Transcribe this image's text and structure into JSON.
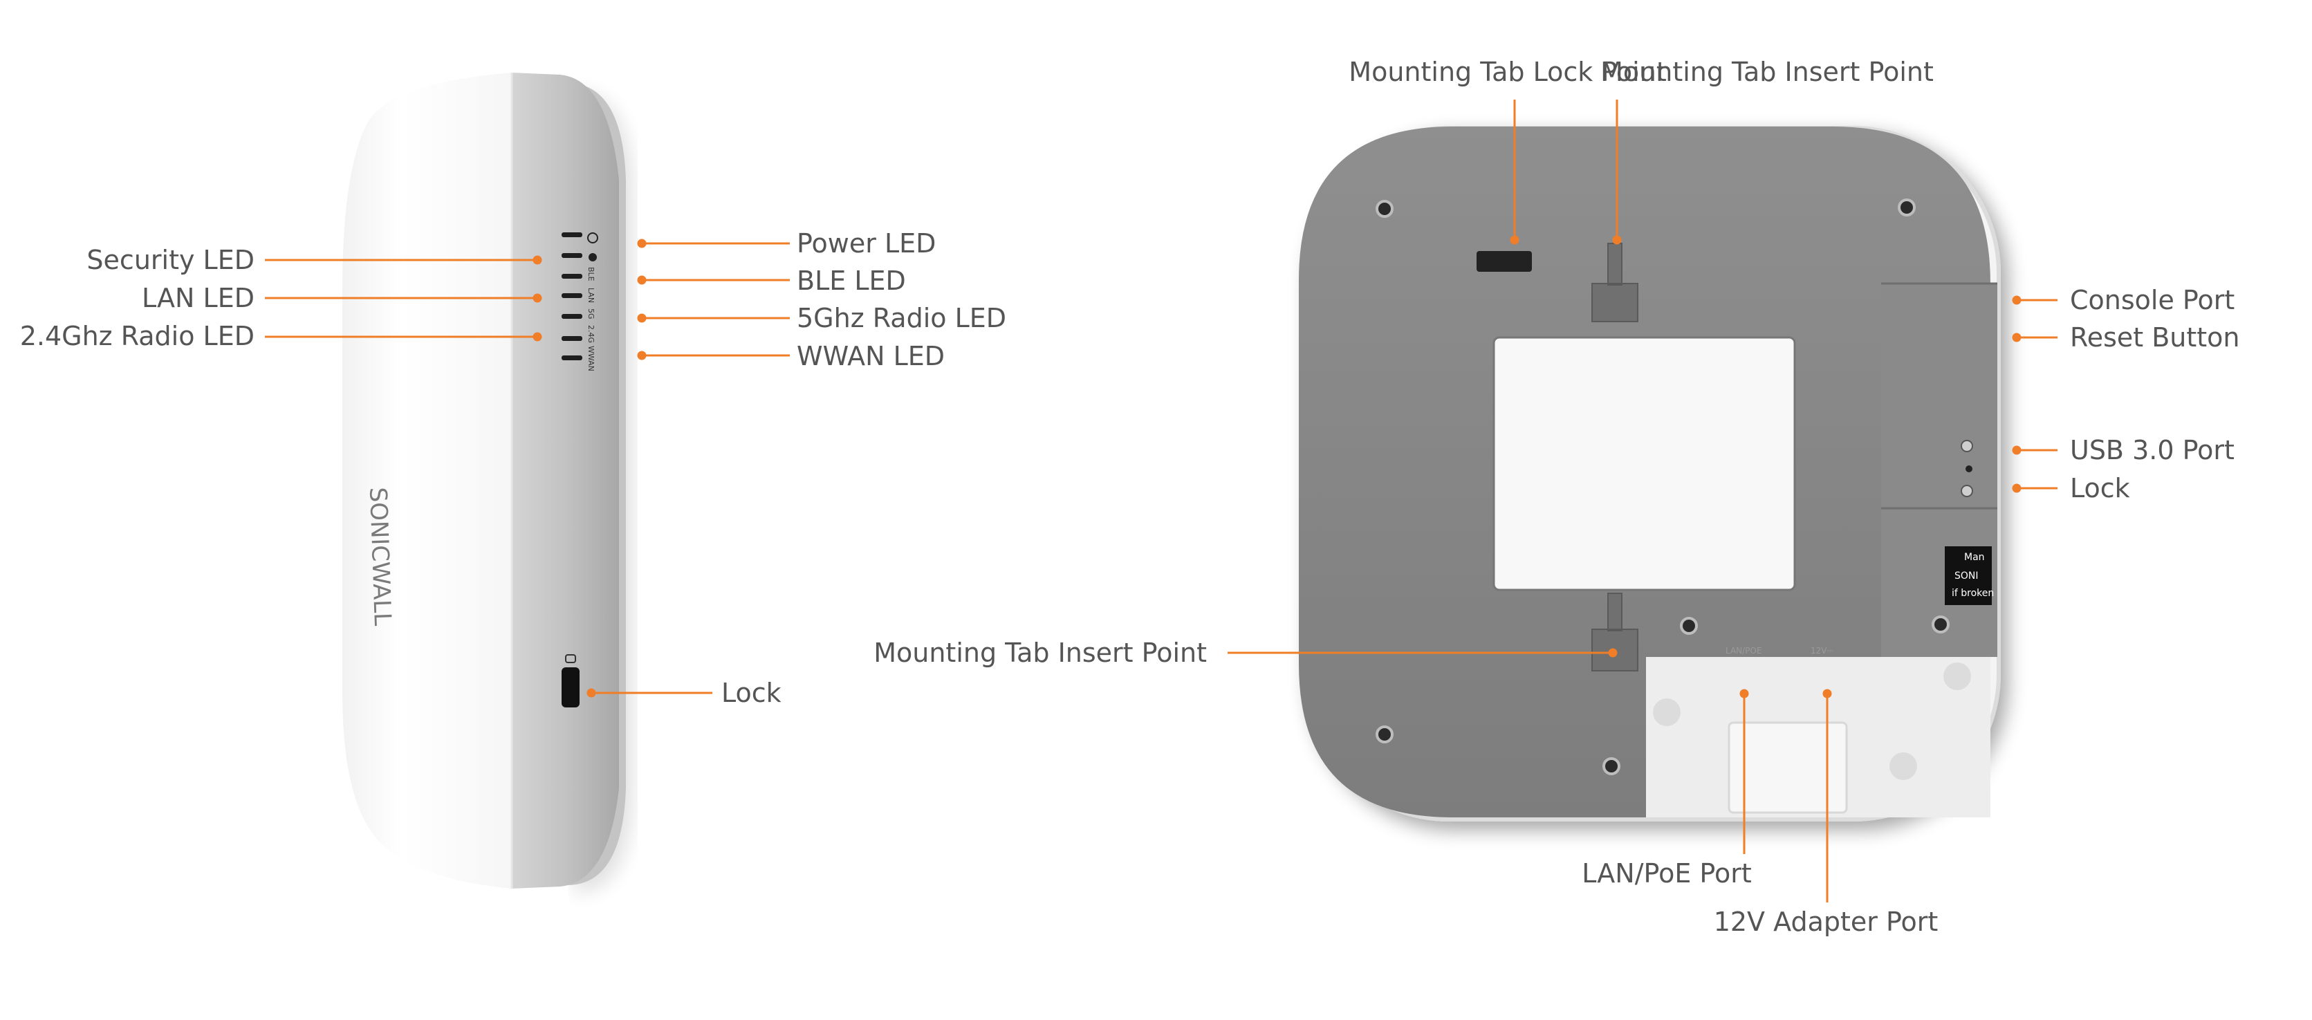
{
  "colors": {
    "accent": "#f07d28",
    "label_text": "#555555",
    "device_white": "#ffffff",
    "device_grey": "#8a8a8a",
    "device_rim": "#c7c7c7"
  },
  "side_view": {
    "brand": "SONICWALL",
    "led_panel_text": [
      "BLE",
      "LAN",
      "5G",
      "2.4G",
      "WWAN"
    ],
    "labels": {
      "security_led": "Security LED",
      "lan_led": "LAN LED",
      "radio_24_led": "2.4Ghz Radio LED",
      "power_led": "Power LED",
      "ble_led": "BLE LED",
      "radio_5_led": "5Ghz Radio LED",
      "wwan_led": "WWAN LED",
      "lock": "Lock"
    }
  },
  "back_view": {
    "port_text": {
      "lan_poe": "LAN/POE",
      "power": "12V⎓"
    },
    "tag_text": {
      "line1": "Man",
      "line2": "SONI",
      "line3": "if broken"
    },
    "labels": {
      "mount_lock_point": "Mounting Tab Lock Point",
      "mount_insert_top": "Mounting Tab Insert Point",
      "mount_insert_bottom": "Mounting Tab Insert Point",
      "console_port": "Console Port",
      "reset_button": "Reset Button",
      "usb_port": "USB 3.0 Port",
      "lock": "Lock",
      "lan_poe_port": "LAN/PoE Port",
      "adapter_port": "12V Adapter Port"
    }
  }
}
